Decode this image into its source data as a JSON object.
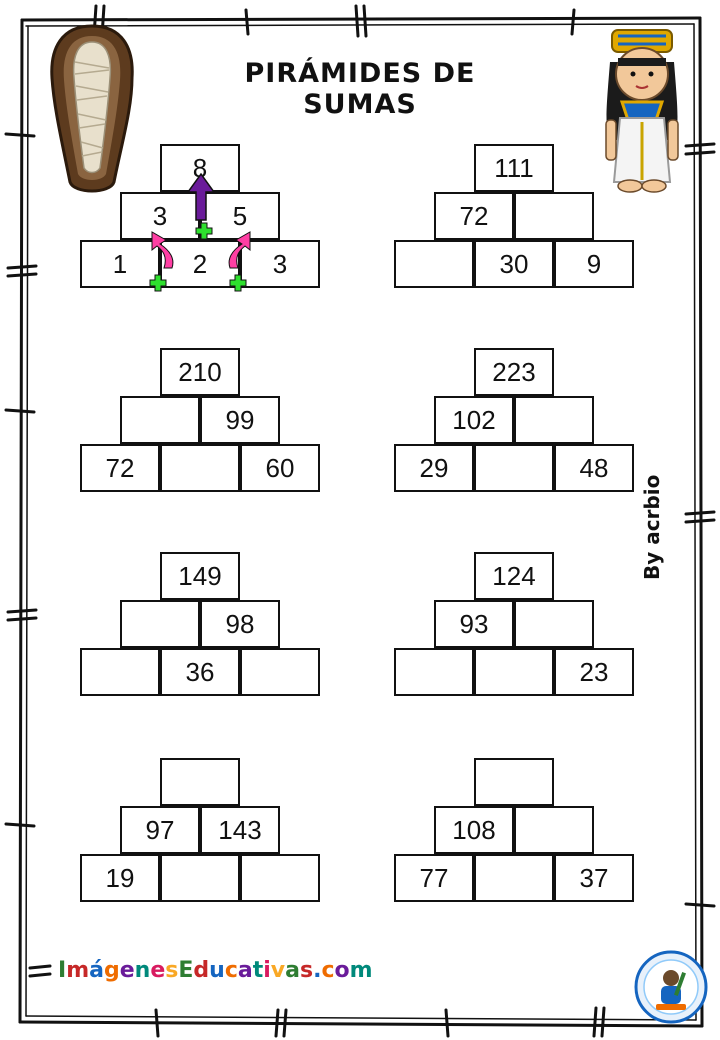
{
  "title": "PIRÁMIDES DE SUMAS",
  "credit": "By acrbio",
  "brand": {
    "text": "ImágenesEducativas.com",
    "colors": [
      "#2e7d32",
      "#c62828",
      "#1565c0",
      "#ef6c00",
      "#6a1b9a",
      "#00897b",
      "#d81b60",
      "#f9a825",
      "#2e7d32",
      "#c62828",
      "#1565c0",
      "#ef6c00",
      "#6a1b9a",
      "#00897b",
      "#d81b60",
      "#f9a825",
      "#2e7d32",
      "#c62828",
      "#1565c0",
      "#ef6c00",
      "#6a1b9a",
      "#00897b"
    ]
  },
  "pyramids": [
    {
      "top": "8",
      "mid": [
        "3",
        "5"
      ],
      "bottom": [
        "1",
        "2",
        "3"
      ]
    },
    {
      "top": "111",
      "mid": [
        "72",
        ""
      ],
      "bottom": [
        "",
        "30",
        "9"
      ]
    },
    {
      "top": "210",
      "mid": [
        "",
        "99"
      ],
      "bottom": [
        "72",
        "",
        "60"
      ]
    },
    {
      "top": "223",
      "mid": [
        "102",
        ""
      ],
      "bottom": [
        "29",
        "",
        "48"
      ]
    },
    {
      "top": "149",
      "mid": [
        "",
        "98"
      ],
      "bottom": [
        "",
        "36",
        ""
      ]
    },
    {
      "top": "124",
      "mid": [
        "93",
        ""
      ],
      "bottom": [
        "",
        "",
        "23"
      ]
    },
    {
      "top": "",
      "mid": [
        "97",
        "143"
      ],
      "bottom": [
        "19",
        "",
        ""
      ]
    },
    {
      "top": "",
      "mid": [
        "108",
        ""
      ],
      "bottom": [
        "77",
        "",
        "37"
      ]
    }
  ],
  "icons": {
    "mummy": "mummy-sarcophagus-icon",
    "queen": "egyptian-queen-icon",
    "plus": "plus-icon",
    "arrow": "arrow-up-icon",
    "logo": "imagenes-educativas-logo-icon"
  }
}
